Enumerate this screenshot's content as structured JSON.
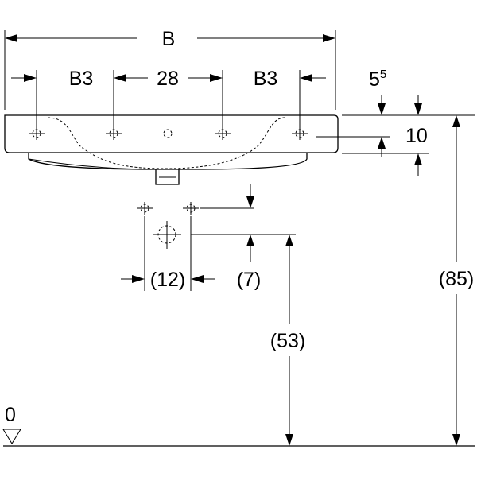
{
  "dimensions": {
    "overall_width": "B",
    "side_spacing_left": "B3",
    "tap_hole_spacing": "28",
    "side_spacing_right": "B3",
    "rim_offset_base": "5",
    "rim_offset_sup": "5",
    "rim_thickness": "10",
    "waste_pipe_spacing": "(12)",
    "waste_vertical_offset": "(7)",
    "waste_height": "(53)",
    "rim_height": "(85)",
    "floor_level": "0"
  }
}
